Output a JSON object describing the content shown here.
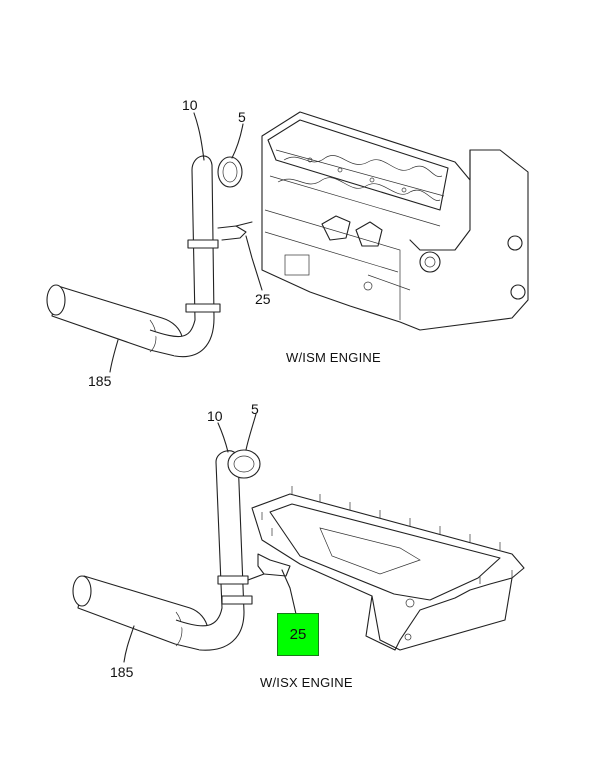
{
  "diagram": {
    "top_section": {
      "caption": "W/ISM ENGINE",
      "callouts": {
        "c10": "10",
        "c5": "5",
        "c25": "25",
        "c185": "185"
      }
    },
    "bottom_section": {
      "caption": "W/ISX ENGINE",
      "callouts": {
        "c10": "10",
        "c5": "5",
        "c185": "185"
      },
      "highlight": {
        "label": "25",
        "color": "#00ff00"
      }
    }
  }
}
